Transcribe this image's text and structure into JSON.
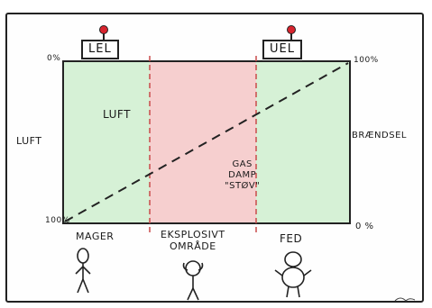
{
  "diagram": {
    "signs": {
      "lel": "LEL",
      "uel": "UEL"
    },
    "left_axis": {
      "label": "LUFT",
      "top_tick": "0%",
      "bottom_tick": "100%"
    },
    "right_axis": {
      "label": "BRÆNDSEL",
      "top_tick": "100%",
      "bottom_tick": "0 %"
    },
    "zone_labels": {
      "luft": "LUFT",
      "gas_line1": "GAS",
      "gas_line2": "DAMP",
      "gas_line3": "\"STØV\""
    },
    "bottom_labels": {
      "mager": "MAGER",
      "eksplosivt_line1": "EKSPLOSIVT",
      "eksplosivt_line2": "OMRÅDE",
      "fed": "FED"
    },
    "colors": {
      "lean_zone": "#d6f1d6",
      "explosive_zone": "#f6cfcf",
      "rich_zone": "#d6f1d6",
      "boundary_line": "#c94a4a",
      "pin": "#d8242e"
    }
  }
}
